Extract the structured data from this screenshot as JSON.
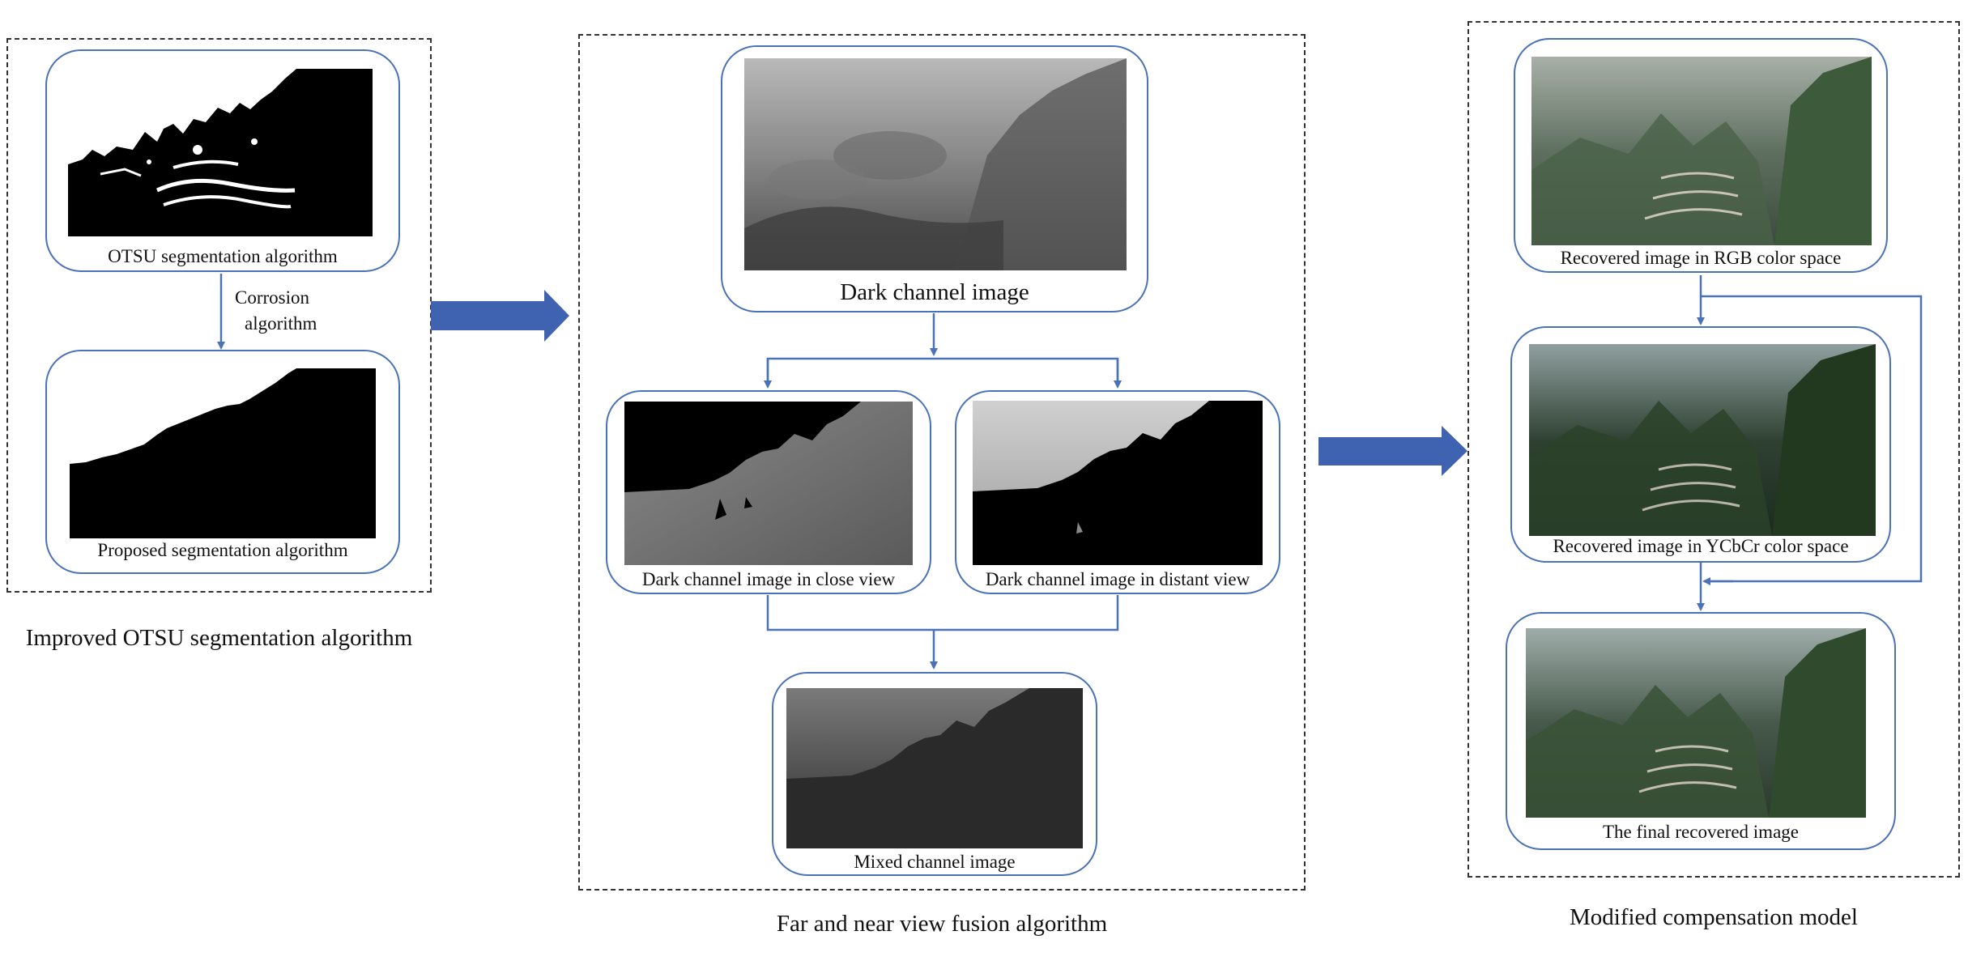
{
  "panels": {
    "otsu": {
      "title": "Improved OTSU segmentation algorithm",
      "top_caption": "OTSU segmentation algorithm",
      "step_label_1": "Corrosion",
      "step_label_2": "algorithm",
      "bottom_caption": "Proposed segmentation algorithm"
    },
    "fusion": {
      "title": "Far and near view fusion algorithm",
      "dark_channel_caption": "Dark channel image",
      "close_view_caption": "Dark channel image in close view",
      "distant_view_caption": "Dark channel image in distant view",
      "mixed_caption": "Mixed  channel image"
    },
    "compensation": {
      "title": "Modified compensation model",
      "rgb_caption": "Recovered image in RGB color space",
      "ycbcr_caption": "Recovered image in YCbCr color space",
      "final_caption": "The  final recovered image"
    }
  },
  "colors": {
    "accent_blue": "#4a72b8",
    "big_arrow_blue": "#3f63b0",
    "dashed_border": "#333333"
  }
}
